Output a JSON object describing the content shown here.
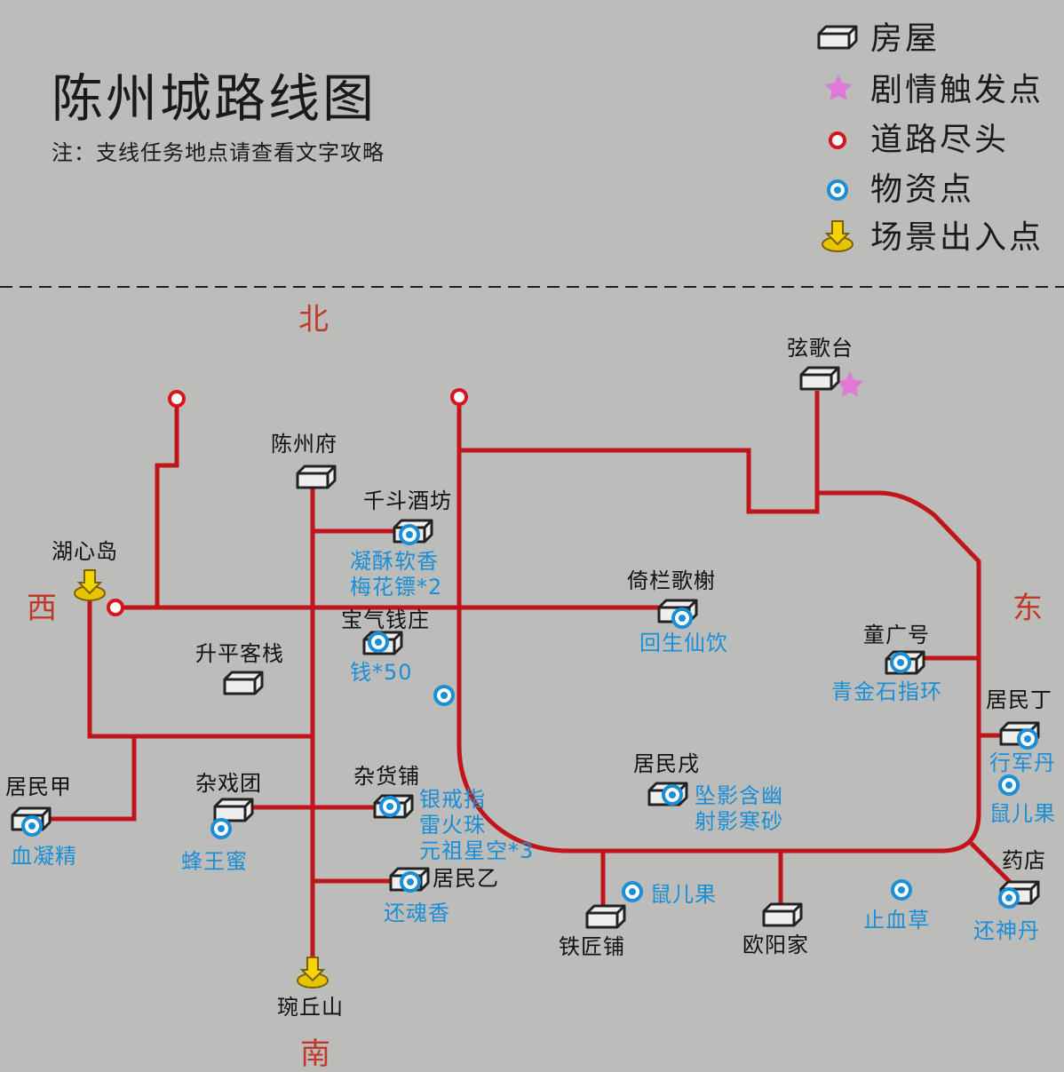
{
  "title": "陈州城路线图",
  "note": "注：支线任务地点请查看文字攻略",
  "legend": [
    {
      "icon": "house-icon",
      "label": "房屋"
    },
    {
      "icon": "star-icon",
      "label": "剧情触发点"
    },
    {
      "icon": "road-end-icon",
      "label": "道路尽头"
    },
    {
      "icon": "supply-icon",
      "label": "物资点"
    },
    {
      "icon": "exit-icon",
      "label": "场景出入点"
    }
  ],
  "colors": {
    "background": "#bcbdba",
    "road": "#c0151b",
    "road_end": "#d8141e",
    "supply": "#1a8ed6",
    "star": "#e07ad6",
    "exit": "#e0b400",
    "direction": "#c0392b"
  },
  "directions": {
    "north": "北",
    "south": "南",
    "east": "东",
    "west": "西"
  },
  "places": {
    "xiange": "弦歌台",
    "chenzhoufu": "陈州府",
    "qiandou": "千斗酒坊",
    "huxin": "湖心岛",
    "yilan": "倚栏歌榭",
    "baoqi": "宝气钱庄",
    "shengping": "升平客栈",
    "tongguang": "童广号",
    "jumin_ding": "居民丁",
    "jumin_jia": "居民甲",
    "zaxi": "杂戏团",
    "zahuo": "杂货铺",
    "jumin_wu": "居民戌",
    "jumin_yi": "居民乙",
    "yaodian": "药店",
    "tiejiang": "铁匠铺",
    "ouyang": "欧阳家",
    "wanqiu": "琬丘山"
  },
  "items": {
    "qiandou": [
      "凝酥软香",
      "梅花镖*2"
    ],
    "yilan": [
      "回生仙饮"
    ],
    "baoqi": [
      "钱*50"
    ],
    "tongguang": [
      "青金石指环"
    ],
    "jumin_ding": [
      "行军丹"
    ],
    "shu_er_east": [
      "鼠儿果"
    ],
    "jumin_jia": [
      "血凝精"
    ],
    "zaxi": [
      "蜂王蜜"
    ],
    "zahuo": [
      "银戒指",
      "雷火珠",
      "元祖星空*3"
    ],
    "jumin_wu": [
      "坠影含幽",
      "射影寒砂"
    ],
    "jumin_yi": [
      "还魂香"
    ],
    "shu_er_south": [
      "鼠儿果"
    ],
    "zhixue": [
      "止血草"
    ],
    "yaodian": [
      "还神丹"
    ]
  }
}
